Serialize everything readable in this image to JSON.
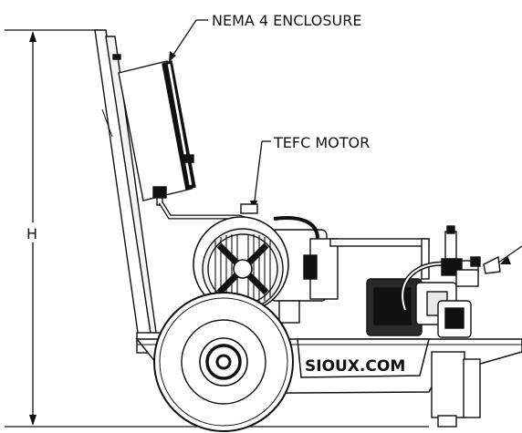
{
  "callouts": {
    "enclosure": "NEMA 4 ENCLOSURE",
    "motor": "TEFC MOTOR"
  },
  "dimension": {
    "height_label": "H"
  },
  "frame": {
    "brand": "SIOUX.COM"
  },
  "colors": {
    "line": "#111111",
    "background": "#ffffff",
    "shade": "#2a2a2a"
  }
}
